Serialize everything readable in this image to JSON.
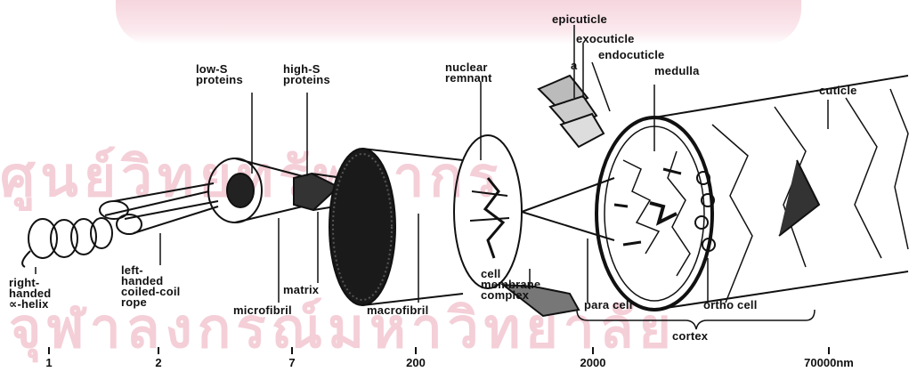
{
  "watermark": {
    "top": "ศูนย์วิทยทรัพยากร",
    "bottom": "จุฬาลงกรณ์มหาวิทยาลัย"
  },
  "labels": {
    "right_handed_helix": "right-\nhanded\n∝-helix",
    "left_handed_rope": "left-\nhanded\ncoiled-coil\nrope",
    "low_s_proteins": "low-S\nproteins",
    "high_s_proteins": "high-S\nproteins",
    "microfibril": "microfibril",
    "matrix": "matrix",
    "macrofibril": "macrofibril",
    "nuclear_remnant": "nuclear\nremnant",
    "cell_membrane_complex": "cell\nmembrane\ncomplex",
    "epicuticle": "epicuticle",
    "exocuticle": "exocuticle",
    "a_label": "a",
    "endocuticle": "endocuticle",
    "medulla": "medulla",
    "cuticle": "cuticle",
    "para_cell": "para cell",
    "ortho_cell": "ortho cell",
    "cortex": "cortex"
  },
  "scale_ticks": [
    "1",
    "2",
    "7",
    "200",
    "2000",
    "70000nm"
  ]
}
